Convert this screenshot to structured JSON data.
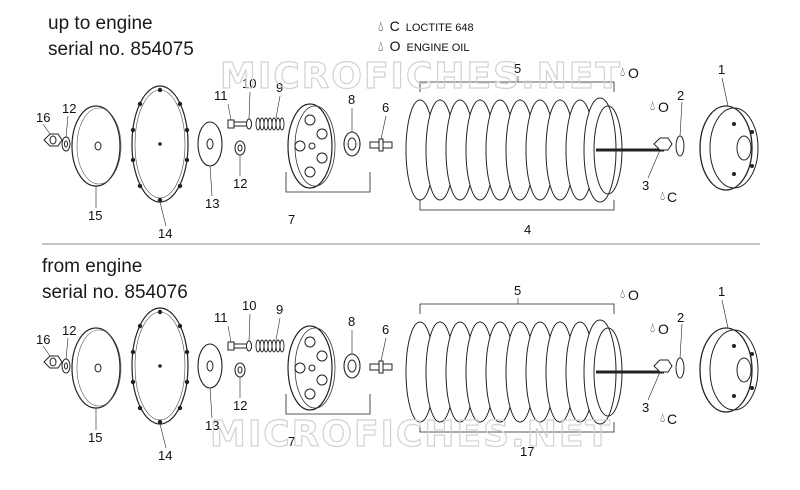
{
  "headers": {
    "top_line1": "up to engine",
    "top_line2": "serial no. 854075",
    "bottom_line1": "from engine",
    "bottom_line2": "serial no. 854076"
  },
  "legend": {
    "loctite_symbol": "C",
    "loctite_label": "LOCTITE 648",
    "oil_symbol": "O",
    "oil_label": "ENGINE OIL"
  },
  "watermark": "MICROFICHES.NET",
  "top": {
    "n1": "1",
    "n2": "2",
    "n3": "3",
    "n4": "4",
    "n5": "5",
    "n6": "6",
    "n7": "7",
    "n8": "8",
    "n9": "9",
    "n10": "10",
    "n11": "11",
    "n12a": "12",
    "n12b": "12",
    "n13": "13",
    "n14": "14",
    "n15": "15",
    "n16": "16",
    "oil_a": "O",
    "oil_b": "O",
    "loctite": "C"
  },
  "bottom": {
    "n1": "1",
    "n2": "2",
    "n3": "3",
    "n5": "5",
    "n6": "6",
    "n7": "7",
    "n8": "8",
    "n9": "9",
    "n10": "10",
    "n11": "11",
    "n12a": "12",
    "n12b": "12",
    "n13": "13",
    "n14": "14",
    "n15": "15",
    "n16": "16",
    "n17": "17",
    "oil_a": "O",
    "oil_b": "O",
    "loctite": "C"
  },
  "colors": {
    "line": "#222222",
    "separator": "#888888",
    "watermark": "#d2d2d2"
  }
}
